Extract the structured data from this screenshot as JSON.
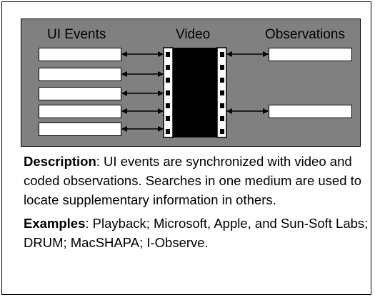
{
  "diagram": {
    "col_ui_events": "UI Events",
    "col_video": "Video",
    "col_observations": "Observations"
  },
  "text": {
    "description_label": "Description",
    "description_body": ": UI events are synchronized with video and coded observations. Searches in one medium are used to locate supplementary information in others.",
    "examples_label": "Examples",
    "examples_body": ": Playback; Microsoft, Apple, and Sun-Soft Labs; DRUM; MacSHAPA; I-Observe."
  }
}
